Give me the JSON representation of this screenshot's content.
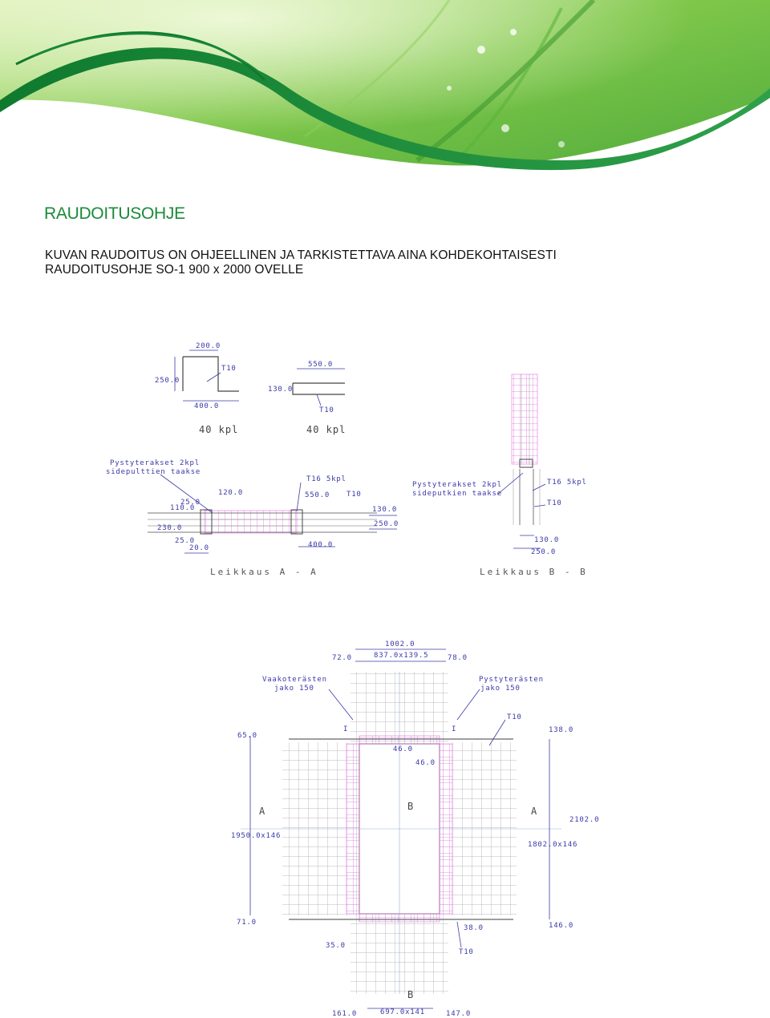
{
  "page": {
    "title": "RAUDOITUSOHJE",
    "subtitle_line1": "KUVAN RAUDOITUS ON OHJEELLINEN JA TARKISTETTAVA AINA KOHDEKOHTAISESTI",
    "subtitle_line2": "RAUDOITUSOHJE SO-1 900 x 2000 OVELLE"
  },
  "colors": {
    "title_green": "#1a8a3a",
    "banner_green": "#2e9e3a",
    "dimension_blue": "#3a3aa8",
    "rebar_magenta": "#e070e0"
  },
  "top_details": {
    "bar1": {
      "dim_top": "200.0",
      "dim_left": "250.0",
      "dim_bottom": "400.0",
      "bar_label": "T10",
      "count": "40 kpl"
    },
    "bar2": {
      "dim_top": "550.0",
      "dim_left": "130.0",
      "bar_label": "T10",
      "count": "40 kpl"
    }
  },
  "section_aa": {
    "callout_lines": [
      "Pystyterakset 2kpl",
      "sidepulttien taakse"
    ],
    "dims": {
      "d120": "120.0",
      "d25a": "25.0",
      "d110": "110.0",
      "d230": "230.0",
      "d25b": "25.0",
      "d20": "20.0",
      "d550": "550.0",
      "d400": "400.0",
      "d130": "130.0",
      "d250": "250.0"
    },
    "labels": {
      "t16": "T16 5kpl",
      "t10": "T10"
    },
    "caption": "Leikkaus A - A"
  },
  "section_bb": {
    "callout_lines": [
      "Pystyterakset 2kpl",
      "sideputkien taakse"
    ],
    "labels": {
      "t16": "T16 5kpl",
      "t10": "T10"
    },
    "dims": {
      "d130": "130.0",
      "d250": "250.0"
    },
    "caption": "Leikkaus B - B"
  },
  "elevation": {
    "top_dims": {
      "total": "1002.0",
      "left": "72.0",
      "spacing": "837.0x139.5",
      "right": "78.0"
    },
    "callouts": {
      "horizontal": [
        "Vaakoterästen",
        "jako 150"
      ],
      "vertical": [
        "Pystyterästen",
        "jako 150"
      ],
      "t10_top": "T10",
      "t10_bottom": "T10"
    },
    "dims": {
      "d65": "65.0",
      "d46a": "46.0",
      "d46b": "46.0",
      "d138": "138.0",
      "d2102": "2102.0",
      "d1950": "1950.0x146",
      "d1802": "1802.0x146",
      "d71": "71.0",
      "d146": "146.0",
      "d38": "38.0",
      "d35": "35.0",
      "d161": "161.0",
      "d697": "697.0x141",
      "d147": "147.0"
    },
    "section_marks": {
      "a": "A",
      "b": "B",
      "i": "I"
    }
  }
}
